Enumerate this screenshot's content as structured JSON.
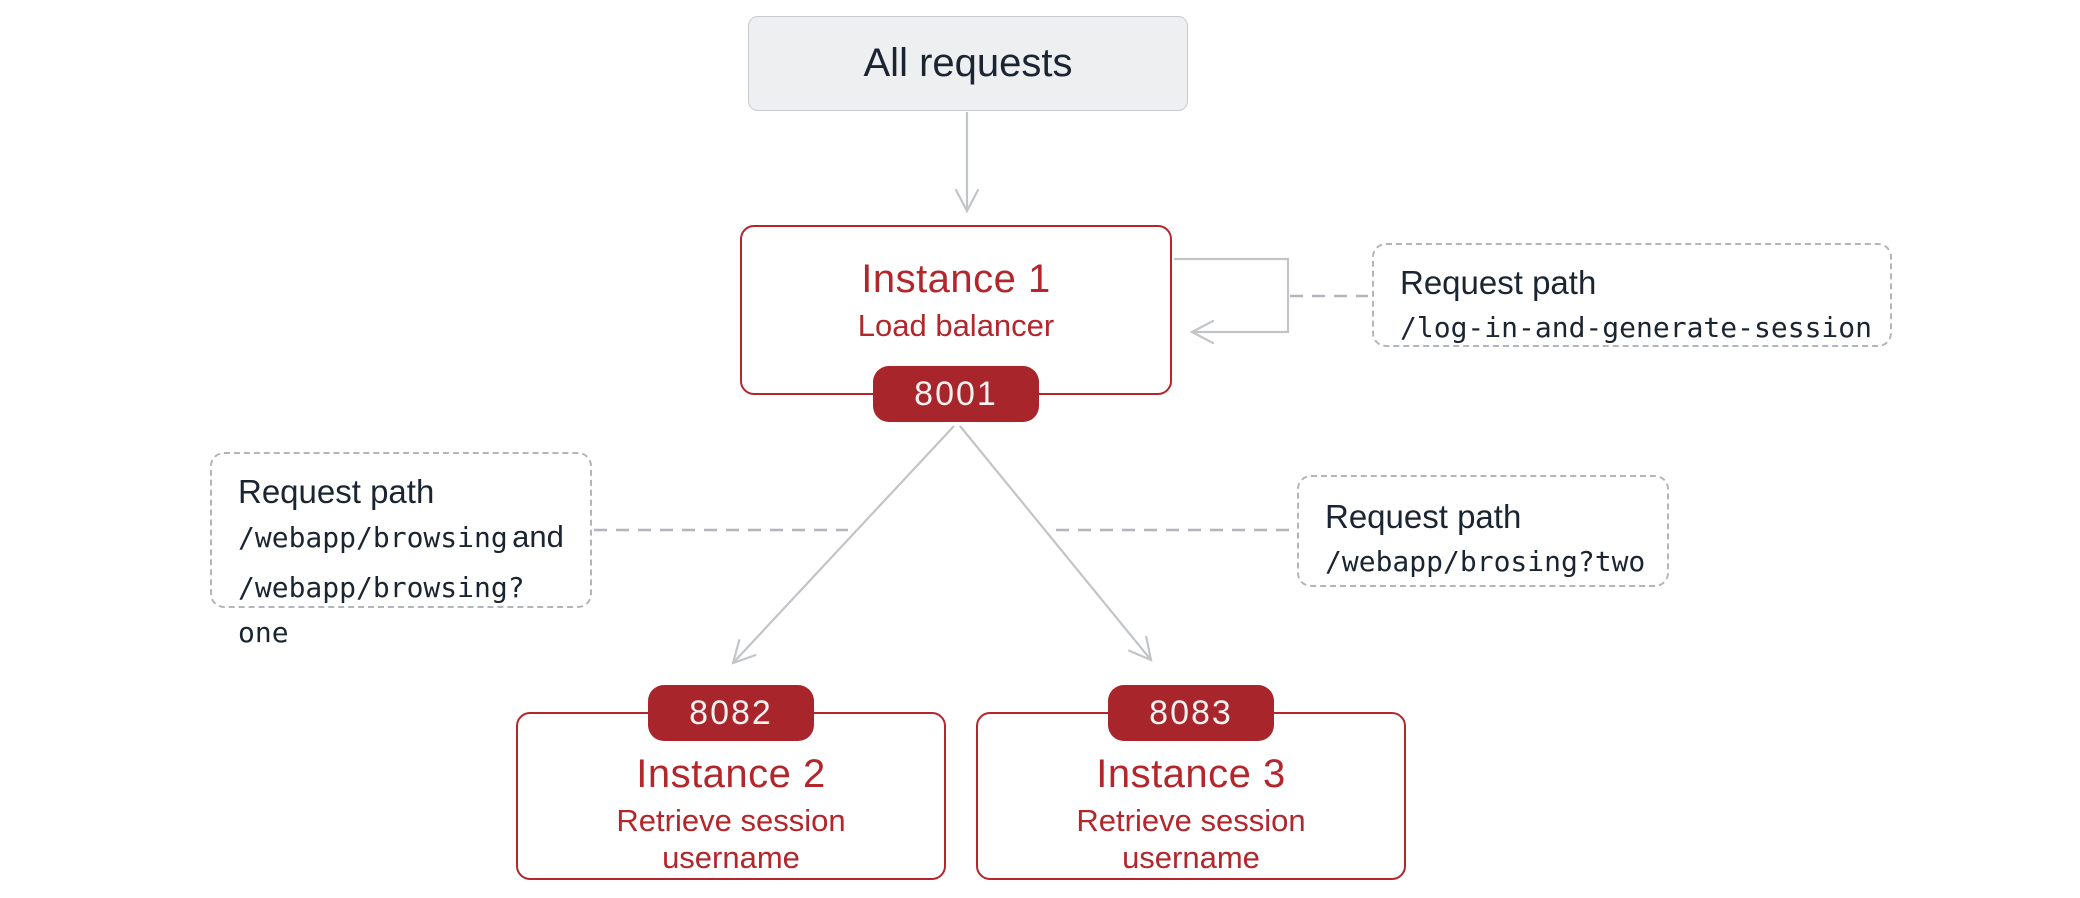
{
  "diagram": {
    "colors": {
      "accent_red": "#a8262b",
      "red_border": "#b2262c",
      "navy": "#1b2531",
      "connector_gray": "#c2c5c8",
      "dashed_gray": "#b2b6ba",
      "all_requests_bg": "#edeff1"
    },
    "all_requests": {
      "label": "All requests"
    },
    "instance1": {
      "title": "Instance 1",
      "subtitle": "Load balancer",
      "port": "8001"
    },
    "instance2": {
      "title": "Instance 2",
      "subtitle": "Retrieve session username",
      "port": "8082"
    },
    "instance3": {
      "title": "Instance 3",
      "subtitle": "Retrieve session username",
      "port": "8083"
    },
    "note_login": {
      "title": "Request path",
      "path": "/log-in-and-generate-session"
    },
    "note_browsing": {
      "title": "Request path",
      "path1": "/webapp/browsing",
      "conjunction": "and",
      "path2": "/webapp/browsing?one"
    },
    "note_brosing": {
      "title": "Request path",
      "path": "/webapp/brosing?two"
    }
  }
}
